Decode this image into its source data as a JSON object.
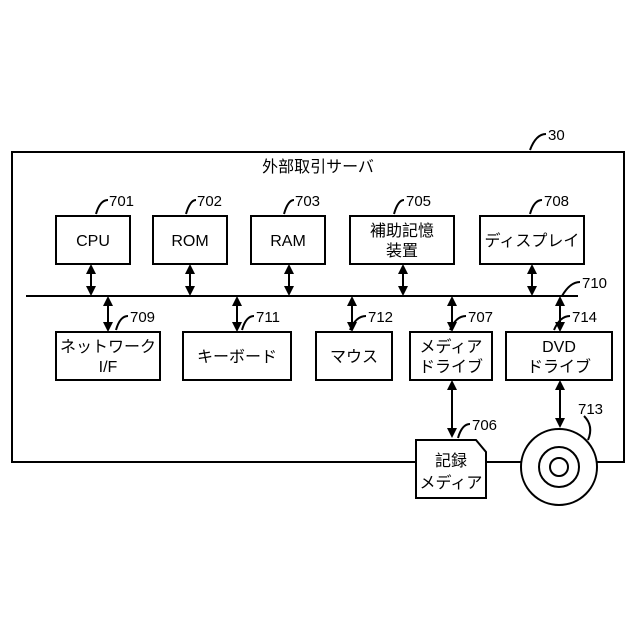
{
  "server": {
    "ref": "30",
    "title": "外部取引サーバ"
  },
  "bus": {
    "ref": "710"
  },
  "top_components": [
    {
      "ref": "701",
      "lines": [
        "CPU"
      ]
    },
    {
      "ref": "702",
      "lines": [
        "ROM"
      ]
    },
    {
      "ref": "703",
      "lines": [
        "RAM"
      ]
    },
    {
      "ref": "705",
      "lines": [
        "補助記憶",
        "装置"
      ]
    },
    {
      "ref": "708",
      "lines": [
        "ディスプレイ"
      ]
    }
  ],
  "bottom_components": [
    {
      "ref": "709",
      "lines": [
        "ネットワーク",
        "I/F"
      ]
    },
    {
      "ref": "711",
      "lines": [
        "キーボード"
      ]
    },
    {
      "ref": "712",
      "lines": [
        "マウス"
      ]
    },
    {
      "ref": "707",
      "lines": [
        "メディア",
        "ドライブ"
      ]
    },
    {
      "ref": "714",
      "lines": [
        "DVD",
        "ドライブ"
      ]
    }
  ],
  "recording_media": {
    "ref": "706",
    "lines": [
      "記録",
      "メディア"
    ]
  },
  "dvd_disc": {
    "ref": "713"
  },
  "colors": {
    "stroke": "#000000",
    "background": "#ffffff"
  }
}
